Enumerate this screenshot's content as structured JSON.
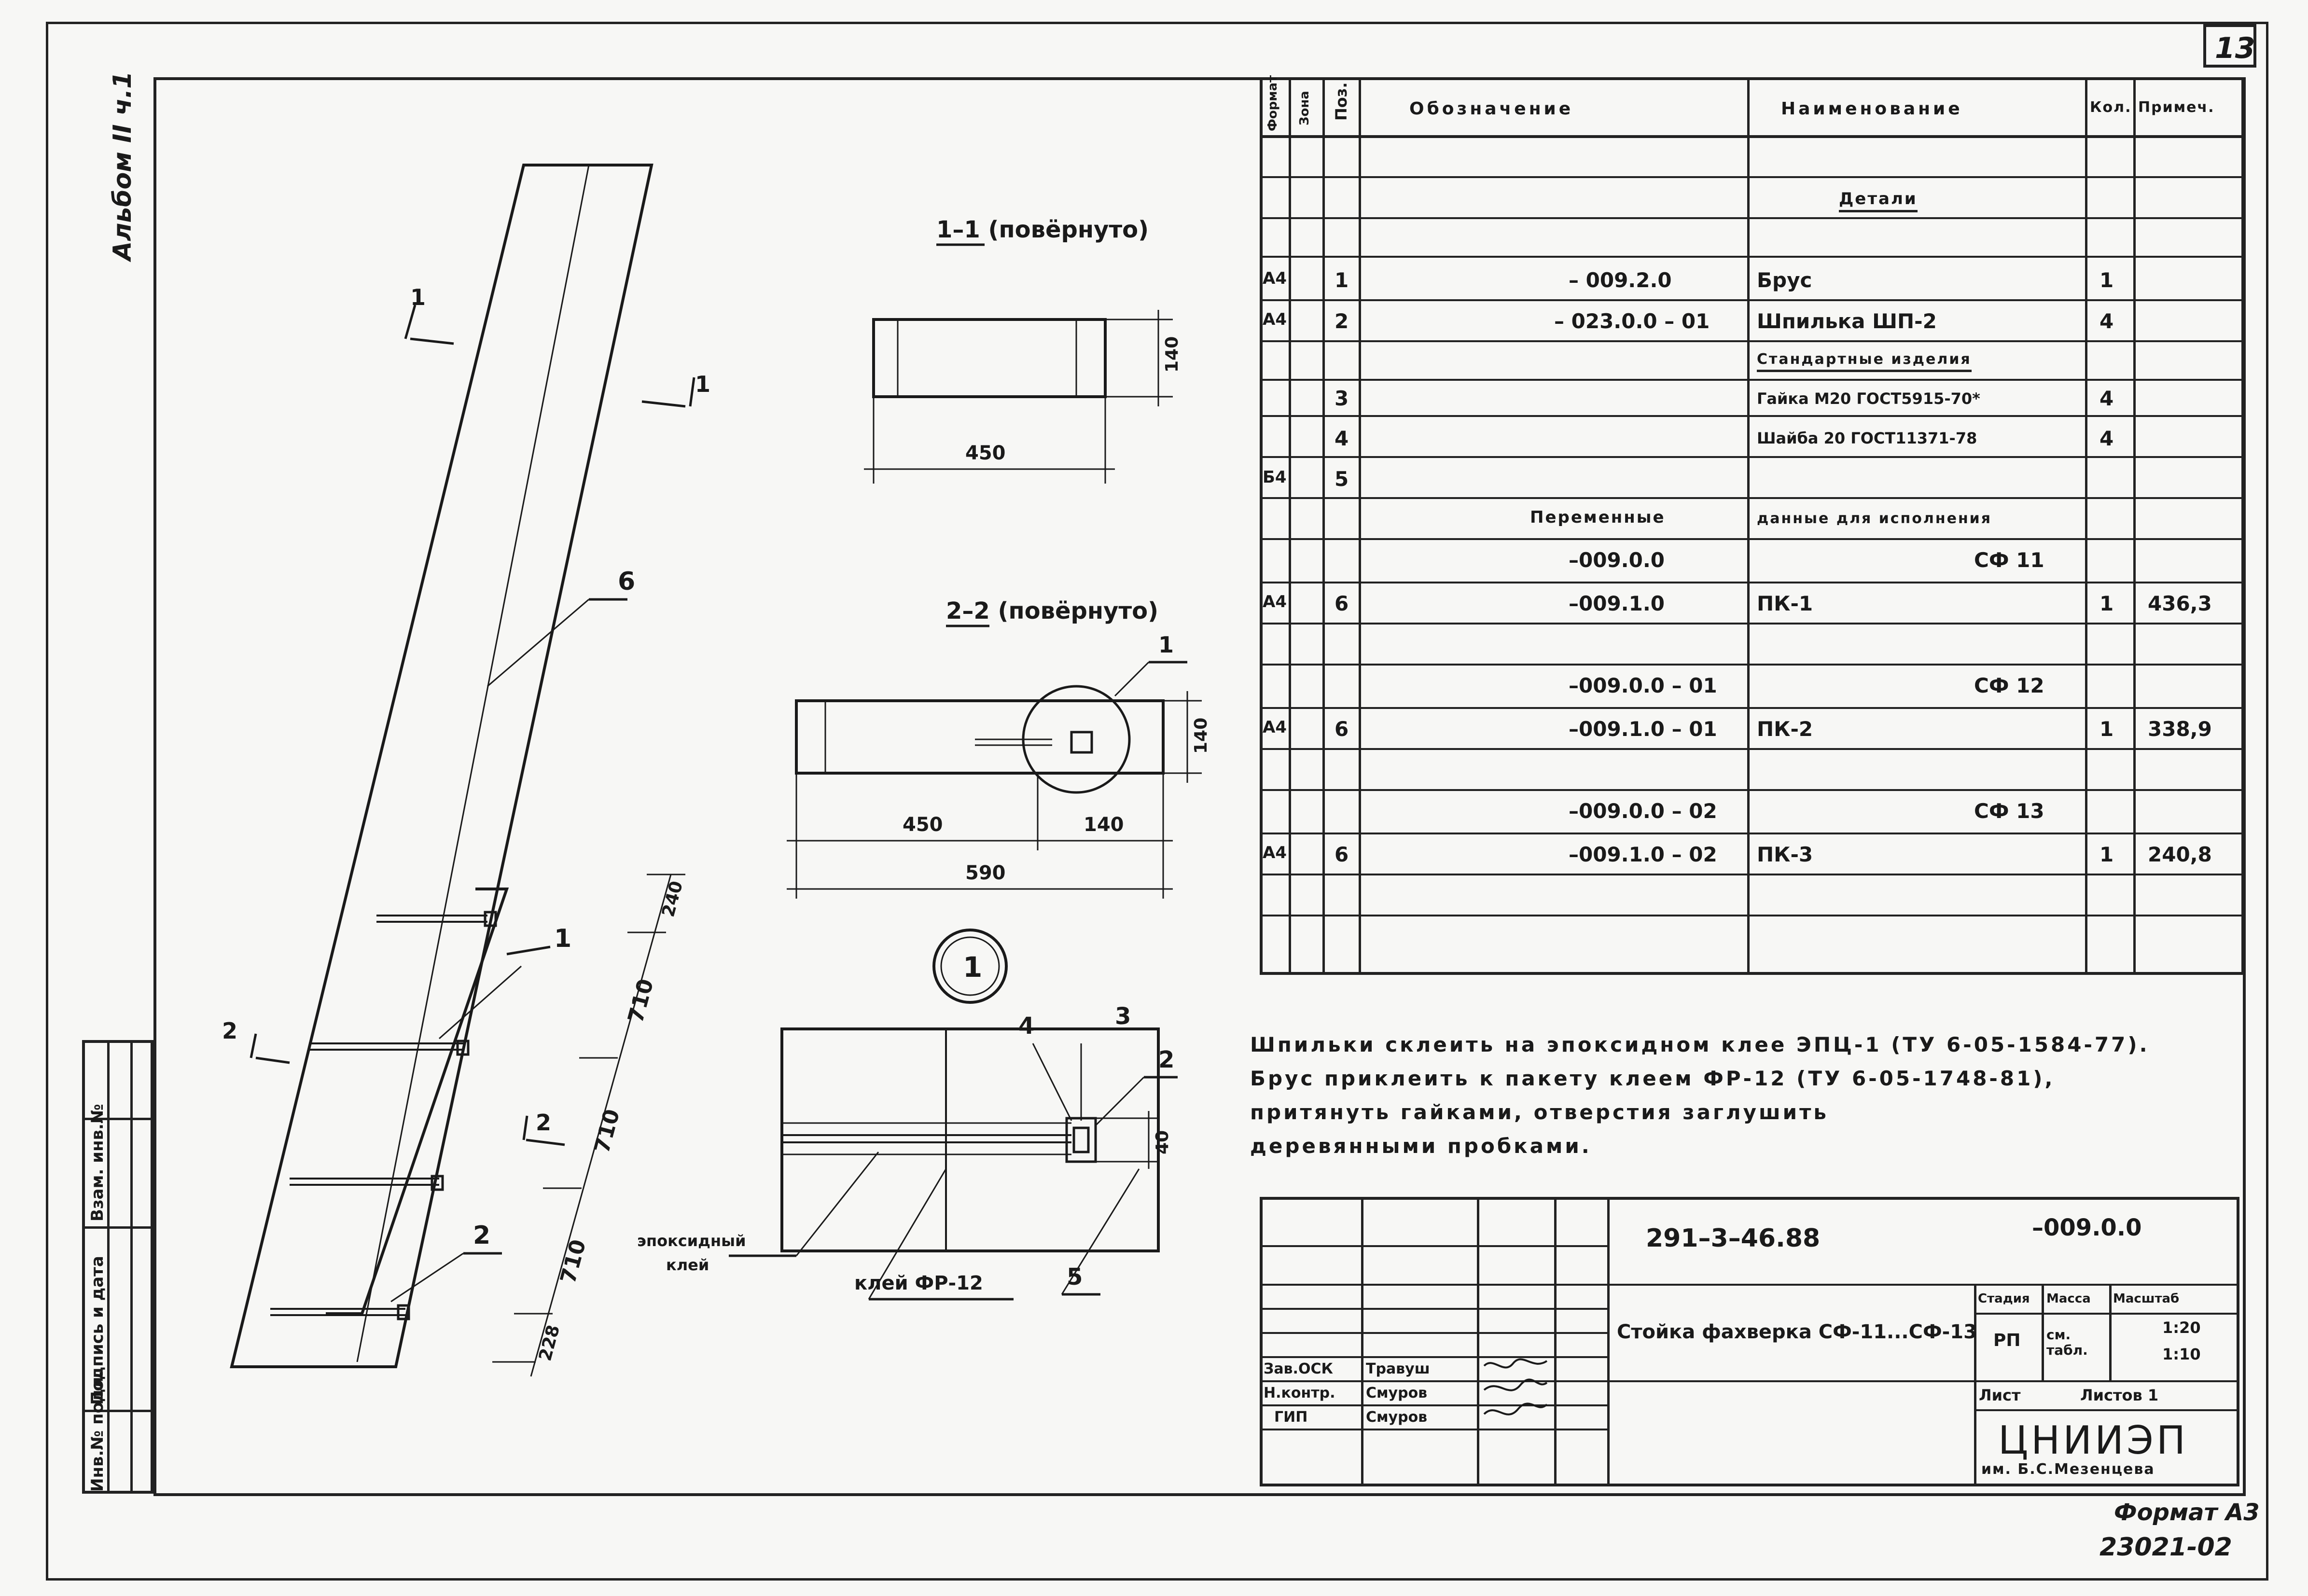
{
  "sheet_number": "13",
  "album_label": "Альбом II ч.1",
  "side_strip": {
    "inv_no": "Инв.№ подл.",
    "sign_date": "Подпись и дата",
    "replace_inv": "Взам. инв.№"
  },
  "views": {
    "section_1_title": "1–1 (повёрнуто)",
    "section_1_dims": [
      "140",
      "450"
    ],
    "section_2_title": "2–2 (повёрнуто)",
    "section_2_dims": [
      "140",
      "450",
      "140",
      "590"
    ],
    "detail_label": "1",
    "detail_dim": "40",
    "detail_leaders": [
      "4",
      "3",
      "2",
      "5"
    ],
    "detail_glue_epoxy": [
      "эпоксидный",
      "клей"
    ],
    "detail_glue_fr": "клей ФР-12",
    "main_view_marks": [
      "1",
      "1",
      "6",
      "1",
      "2",
      "2",
      "2"
    ],
    "main_view_dims": [
      "240",
      "710",
      "710",
      "710",
      "228"
    ]
  },
  "spec_table": {
    "headers": {
      "format": "Формат",
      "zone": "Зона",
      "pos": "Поз.",
      "designation": "Обозначение",
      "name": "Наименование",
      "qty": "Кол.",
      "note": "Примеч."
    },
    "section_details": "Детали",
    "section_standard": "Стандартные изделия",
    "section_variable_left": "Переменные",
    "section_variable_right": "данные для исполнения",
    "rows": [
      {
        "format": "А4",
        "pos": "1",
        "designation": "– 009.2.0",
        "name": "Брус",
        "qty": "1",
        "note": ""
      },
      {
        "format": "А4",
        "pos": "2",
        "designation": "– 023.0.0 – 01",
        "name": "Шпилька ШП-2",
        "qty": "4",
        "note": ""
      },
      {
        "format": "",
        "pos": "3",
        "designation": "",
        "name": "Гайка М20 ГОСТ5915-70*",
        "qty": "4",
        "note": ""
      },
      {
        "format": "",
        "pos": "4",
        "designation": "",
        "name": "Шайба 20 ГОСТ11371-78",
        "qty": "4",
        "note": ""
      },
      {
        "format": "Б4",
        "pos": "5",
        "designation": "",
        "name": "",
        "qty": "",
        "note": ""
      },
      {
        "format": "",
        "pos": "",
        "designation": "–009.0.0",
        "name": "СФ 11",
        "qty": "",
        "note": ""
      },
      {
        "format": "А4",
        "pos": "6",
        "designation": "–009.1.0",
        "name": "ПК-1",
        "qty": "1",
        "note": "436,3"
      },
      {
        "format": "",
        "pos": "",
        "designation": "–009.0.0 – 01",
        "name": "СФ 12",
        "qty": "",
        "note": ""
      },
      {
        "format": "А4",
        "pos": "6",
        "designation": "–009.1.0 – 01",
        "name": "ПК-2",
        "qty": "1",
        "note": "338,9"
      },
      {
        "format": "",
        "pos": "",
        "designation": "–009.0.0 – 02",
        "name": "СФ 13",
        "qty": "",
        "note": ""
      },
      {
        "format": "А4",
        "pos": "6",
        "designation": "–009.1.0 – 02",
        "name": "ПК-3",
        "qty": "1",
        "note": "240,8"
      }
    ]
  },
  "note_lines": [
    "Шпильки склеить на эпоксидном клее ЭПЦ-1 (ТУ 6-05-1584-77).",
    "Брус приклеить к пакету клеем ФР-12 (ТУ 6-05-1748-81),",
    "притянуть гайками, отверстия заглушить",
    "деревянными пробками."
  ],
  "title_block": {
    "code": "291–3–46.88",
    "designation": "–009.0.0",
    "title": "Стойка фахверка СФ-11...СФ-13",
    "stage_label": "Стадия",
    "mass_label": "Масса",
    "scale_label": "Масштаб",
    "stage": "РП",
    "mass": "см. табл.",
    "scale_1": "1:20",
    "scale_2": "1:10",
    "sheet_label": "Лист",
    "sheets_label": "Листов 1",
    "org": "ЦНИИЭП",
    "org_sub": "им. Б.С.Мезенцева",
    "roles": [
      {
        "role": "Зав.ОСК",
        "name": "Травуш"
      },
      {
        "role": "Н.контр.",
        "name": "Смуров"
      },
      {
        "role": "ГИП",
        "name": "Смуров"
      }
    ]
  },
  "format_label": "Формат А3",
  "identifier": "23021-02"
}
